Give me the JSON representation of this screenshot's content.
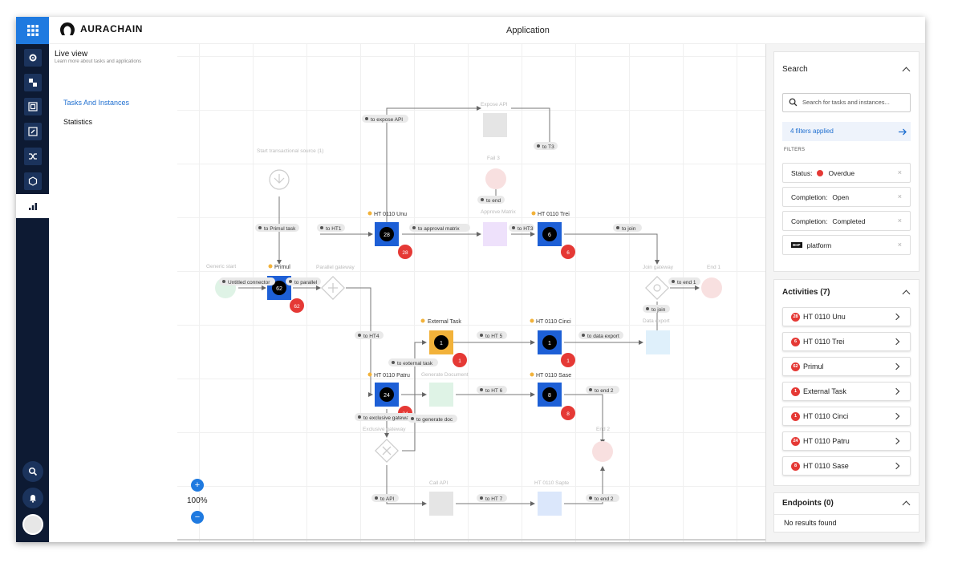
{
  "app": {
    "brand": "AURACHAIN",
    "title": "Application"
  },
  "rail": {
    "icons": [
      "apps-grid-icon",
      "settings-icon",
      "shapes-icon",
      "frame-icon",
      "edit-icon",
      "shuffle-icon",
      "hexagon-icon",
      "bar-chart-icon",
      "search-icon",
      "bell-icon",
      "avatar"
    ]
  },
  "leftnav": {
    "title": "Live view",
    "subtitle": "Learn more about tasks and applications",
    "items": [
      {
        "label": "Tasks And Instances",
        "active": true
      },
      {
        "label": "Statistics",
        "active": false
      }
    ]
  },
  "canvas": {
    "zoom": "100%",
    "zoom_in": "+",
    "zoom_out": "−",
    "nodes": {
      "expose_api": "Expose API",
      "fail3": "Fail 3",
      "start": "Start transactional source (1)",
      "approve_matrix": "Approve Matrix",
      "ht_unu": "HT 0110 Unu",
      "ht_unu_count": "28",
      "ht_unu_badge": "28",
      "ht_trei": "HT 0110 Trei",
      "ht_trei_count": "6",
      "ht_trei_badge": "6",
      "generic_start": "Generic start",
      "primul": "Primul",
      "primul_count": "62",
      "primul_badge": "62",
      "parallel_gateway": "Parallel gateway",
      "join_gateway": "Join gateway",
      "end1": "End 1",
      "external_task": "External Task",
      "ext_count": "1",
      "ext_badge": "1",
      "ht_cinci": "HT 0110 Cinci",
      "cinci_count": "1",
      "cinci_badge": "1",
      "data_export": "Data export",
      "ht_patru": "HT 0110 Patru",
      "patru_count": "24",
      "patru_badge": "24",
      "generate_document": "Generate Document",
      "ht_sase": "HT 0110 Sase",
      "sase_count": "8",
      "sase_badge": "8",
      "exclusive_gateway": "Exclusive gateway",
      "end2": "End 2",
      "call_api": "Call API",
      "ht_sapte": "HT 0110 Sapte"
    },
    "edges": {
      "to_expose_api": "to expose API",
      "to_t3": "to T3",
      "to_end": "to end",
      "to_primul_task": "to Primul task",
      "to_ht1": "to HT1",
      "to_approval_matrix": "to approval matrix",
      "to_ht3": "to HT3",
      "to_join": "to join",
      "untitled_connector": "Untitled connector",
      "to_parallel": "to parallel",
      "to_end1": "to end 1",
      "to_join2": "to join",
      "to_ht4": "to HT4",
      "to_ht5": "to HT 5",
      "to_data_export": "to data export",
      "to_external_task": "to external task",
      "to_ht6": "to HT 6",
      "to_end2a": "to end 2",
      "to_exclusive_gateway": "to exclusive gateway",
      "to_generate_doc": "to generate doc",
      "to_api": "to API",
      "to_ht7": "to HT 7",
      "to_end2b": "to end 2"
    }
  },
  "search": {
    "title": "Search",
    "placeholder": "Search for tasks and instances...",
    "filters_applied": "4 filters applied",
    "filters_label": "FILTERS",
    "chips": [
      {
        "key": "Status:",
        "value": "Overdue"
      },
      {
        "key": "Completion:",
        "value": "Open"
      },
      {
        "key": "Completion:",
        "value": "Completed"
      },
      {
        "key": "",
        "tag": "BHP",
        "value": "platform"
      }
    ]
  },
  "activities": {
    "title": "Activities (7)",
    "items": [
      {
        "badge": "28",
        "label": "HT 0110 Unu"
      },
      {
        "badge": "6",
        "label": "HT 0110 Trei"
      },
      {
        "badge": "62",
        "label": "Primul"
      },
      {
        "badge": "1",
        "label": "External Task"
      },
      {
        "badge": "1",
        "label": "HT 0110 Cinci"
      },
      {
        "badge": "24",
        "label": "HT 0110 Patru"
      },
      {
        "badge": "8",
        "label": "HT 0110 Sase"
      }
    ]
  },
  "endpoints": {
    "title": "Endpoints (0)",
    "empty": "No results found"
  },
  "colors": {
    "rail": "#0d1a33",
    "accent": "#1f7ae0",
    "badge": "#e53935",
    "task": "#1d5fd6",
    "external": "#f2b23a"
  }
}
